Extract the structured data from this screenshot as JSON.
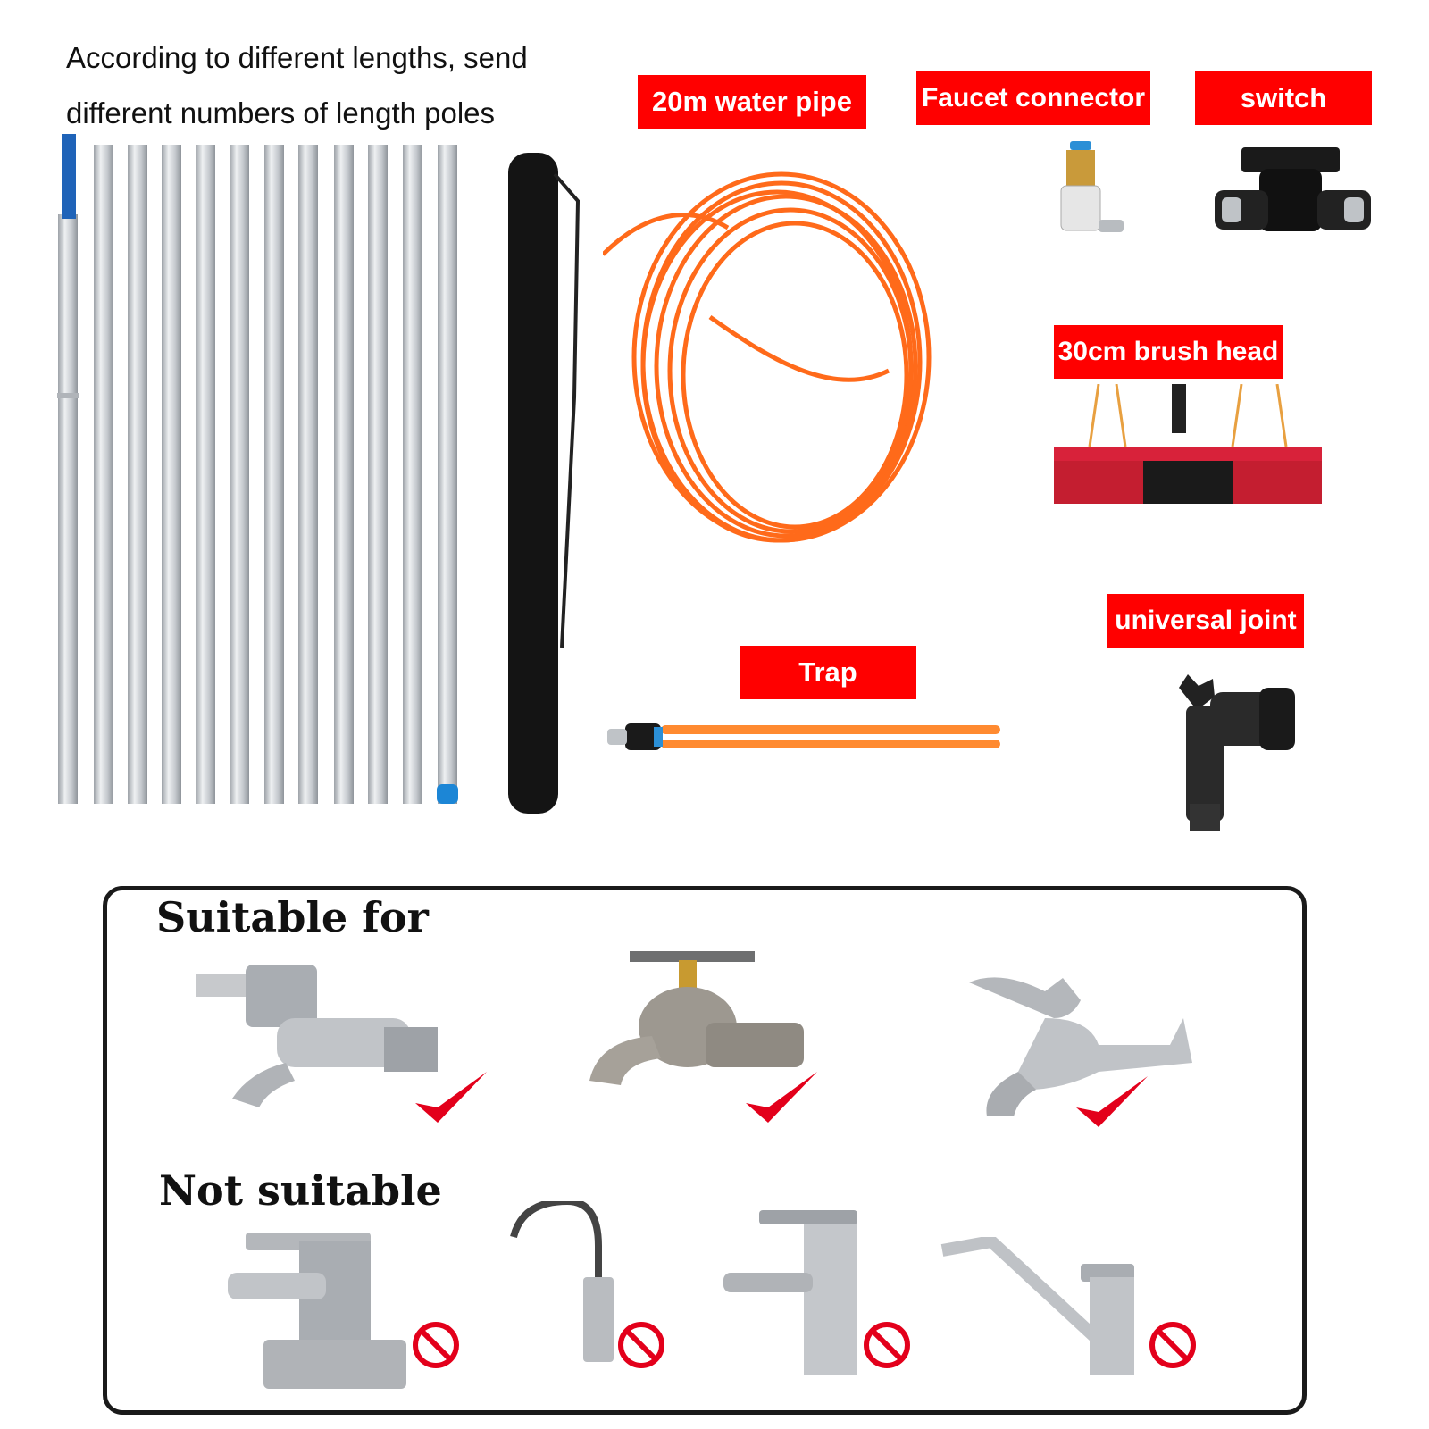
{
  "intro": {
    "line1": "According to different lengths, send",
    "line2": "different numbers of length poles"
  },
  "labels": {
    "water_pipe": "20m water pipe",
    "faucet_connector": "Faucet connector",
    "switch": "switch",
    "brush_head": "30cm brush head",
    "universal_joint": "universal joint",
    "trap": "Trap"
  },
  "compat": {
    "suitable_heading": "Suitable for",
    "not_suitable_heading": "Not suitable"
  },
  "colors": {
    "label_bg": "#ff0000",
    "pipe": "#ff6a1a",
    "pole": "#c8ccd1",
    "check": "#e3001b",
    "prohibit": "#e3001b"
  },
  "icons": {
    "check": "checkmark-icon",
    "prohibit": "prohibited-icon"
  }
}
